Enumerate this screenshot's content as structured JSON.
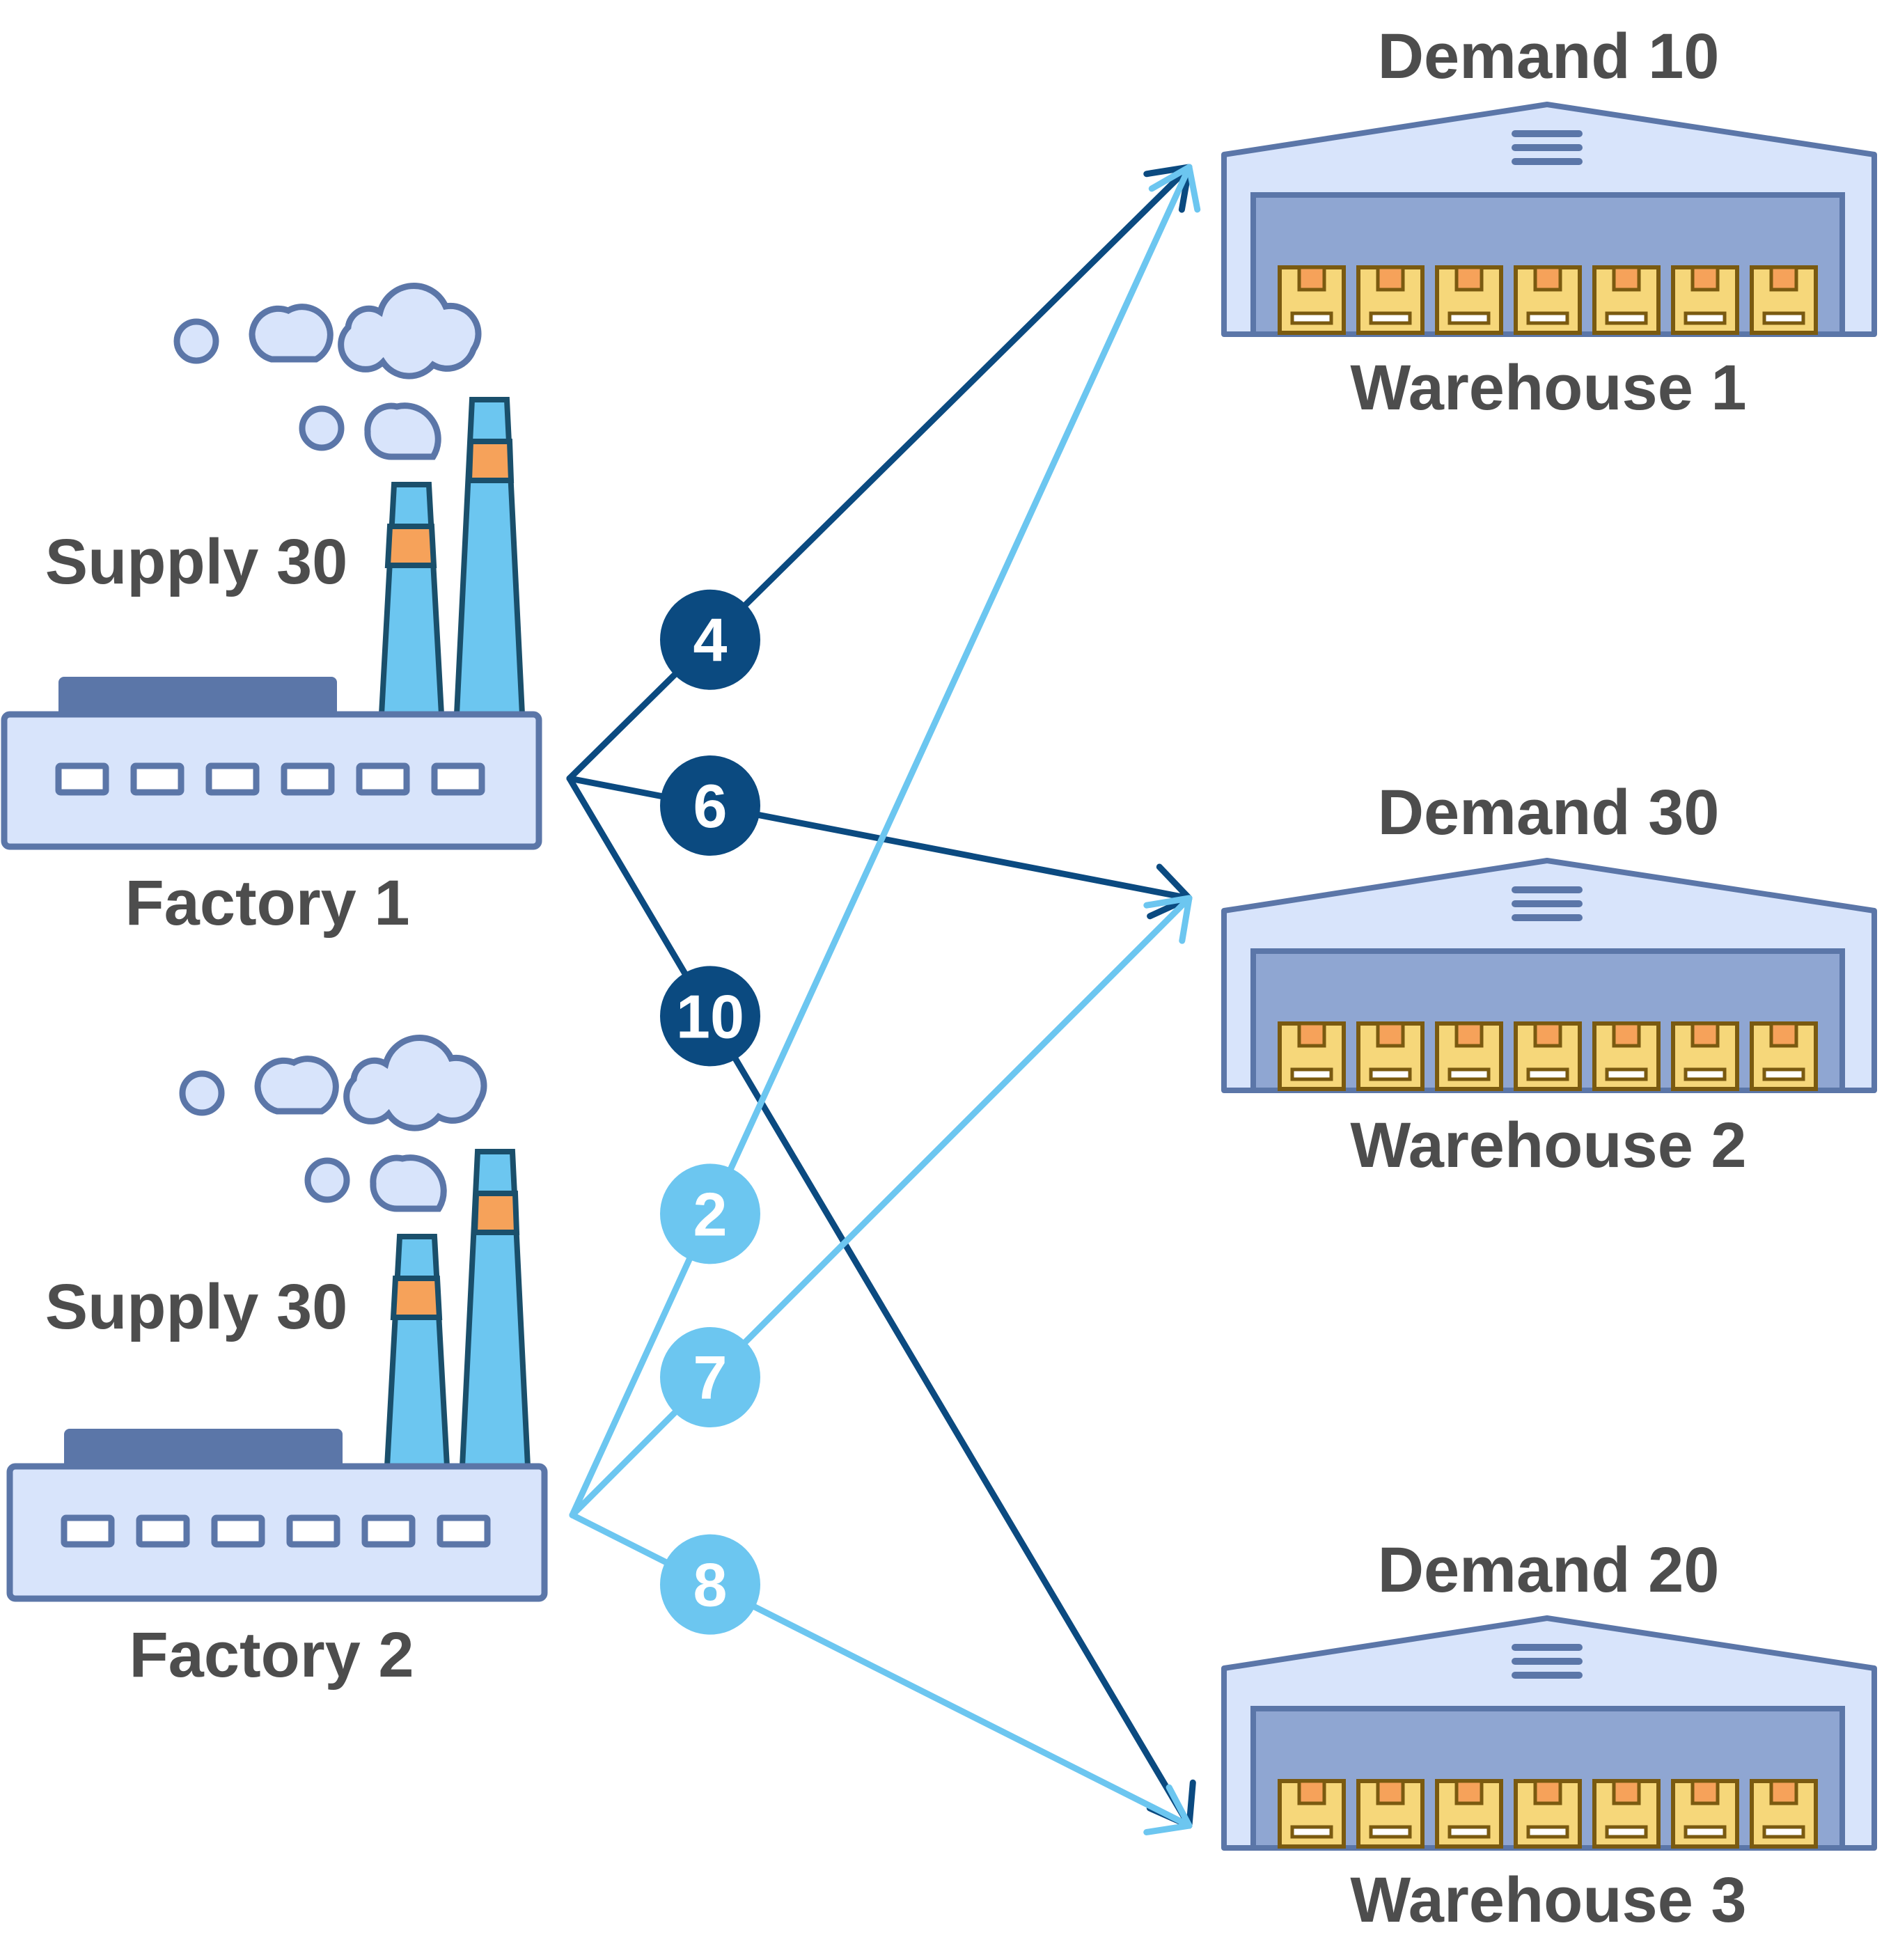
{
  "colors": {
    "factory1_route": "#0b4a80",
    "factory2_route": "#6cc6f0",
    "building_fill": "#d8e4fb",
    "building_stroke": "#5b76a8",
    "roof_dark": "#5b76a8",
    "chimney_fill": "#6cc6f0",
    "chimney_band": "#f6a25a",
    "chimney_stroke": "#1a4f6b",
    "door_fill": "#8fa6d2",
    "box_fill": "#f6d77a",
    "box_stroke": "#7a5a10",
    "box_tape": "#f6a25a",
    "label_text": "#4d4d4d"
  },
  "factories": [
    {
      "id": "factory-1",
      "name": "Factory 1",
      "supply": "Supply 30"
    },
    {
      "id": "factory-2",
      "name": "Factory 2",
      "supply": "Supply 30"
    }
  ],
  "warehouses": [
    {
      "id": "warehouse-1",
      "name": "Warehouse 1",
      "demand": "Demand 10"
    },
    {
      "id": "warehouse-2",
      "name": "Warehouse 2",
      "demand": "Demand 30"
    },
    {
      "id": "warehouse-3",
      "name": "Warehouse 3",
      "demand": "Demand 20"
    }
  ],
  "routes": [
    {
      "from": "Factory 1",
      "to": "Warehouse 1",
      "cost": "4"
    },
    {
      "from": "Factory 1",
      "to": "Warehouse 2",
      "cost": "6"
    },
    {
      "from": "Factory 1",
      "to": "Warehouse 3",
      "cost": "10"
    },
    {
      "from": "Factory 2",
      "to": "Warehouse 1",
      "cost": "2"
    },
    {
      "from": "Factory 2",
      "to": "Warehouse 2",
      "cost": "7"
    },
    {
      "from": "Factory 2",
      "to": "Warehouse 3",
      "cost": "8"
    }
  ]
}
